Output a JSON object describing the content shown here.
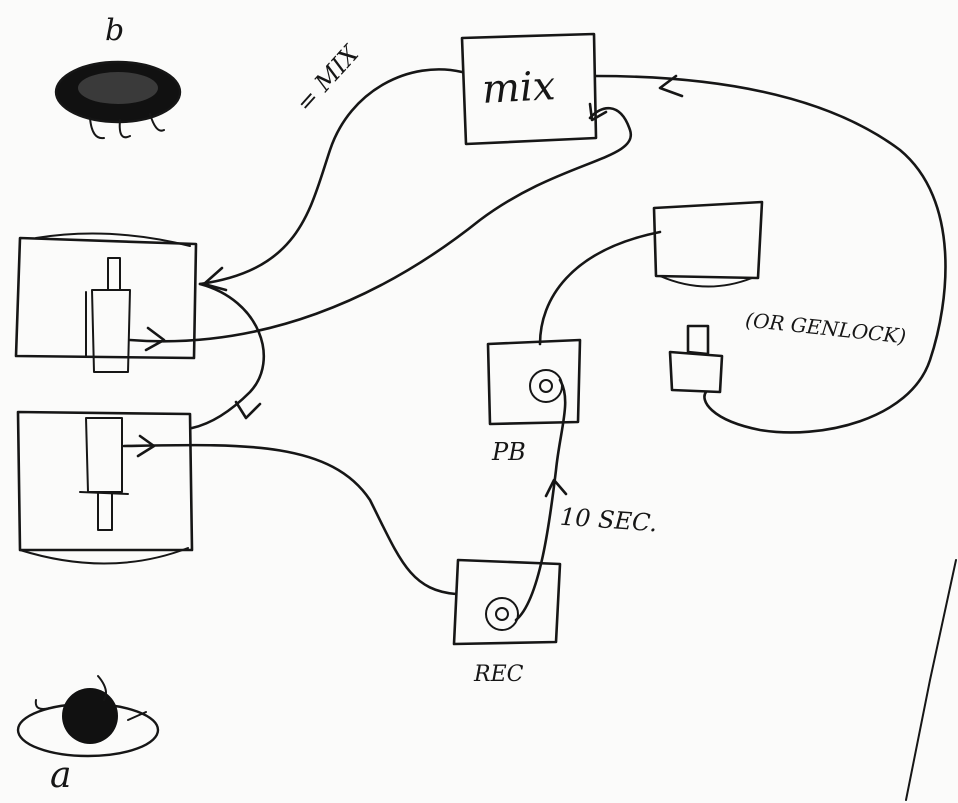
{
  "labels": {
    "mix": "mix",
    "equals_mix": "= MIX",
    "monitor_b": "b",
    "monitor_a": "a",
    "playback": "PB",
    "delay": "10 SEC.",
    "record": "REC",
    "genlock": "(OR GENLOCK)"
  },
  "colors": {
    "ink": "#161616",
    "paper": "#fbfbfa"
  }
}
